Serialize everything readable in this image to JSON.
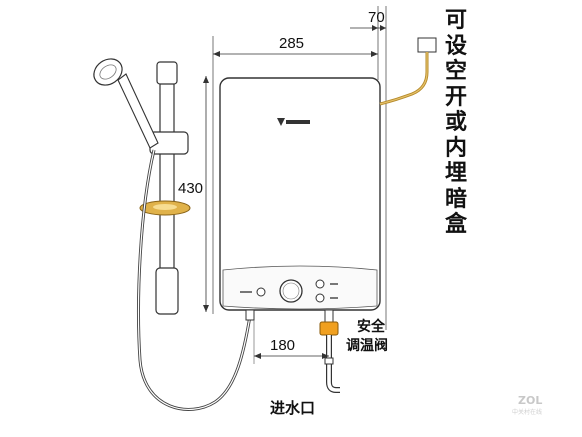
{
  "dimensions": {
    "outlet_offset": "70",
    "width": "285",
    "height": "430",
    "inlet_offset": "180"
  },
  "labels": {
    "junction_box": "可设空开或内埋暗盒",
    "safety_valve_line1": "安全",
    "safety_valve_line2": "调温阀",
    "water_inlet": "进水口"
  },
  "watermark": {
    "logo_text": "ZOL",
    "sub_text": "中关村在线"
  },
  "colors": {
    "line": "#333333",
    "pipe_copper": "#c9a04a",
    "bracket_gold": "#e0b24a",
    "valve_orange": "#f0a020"
  }
}
